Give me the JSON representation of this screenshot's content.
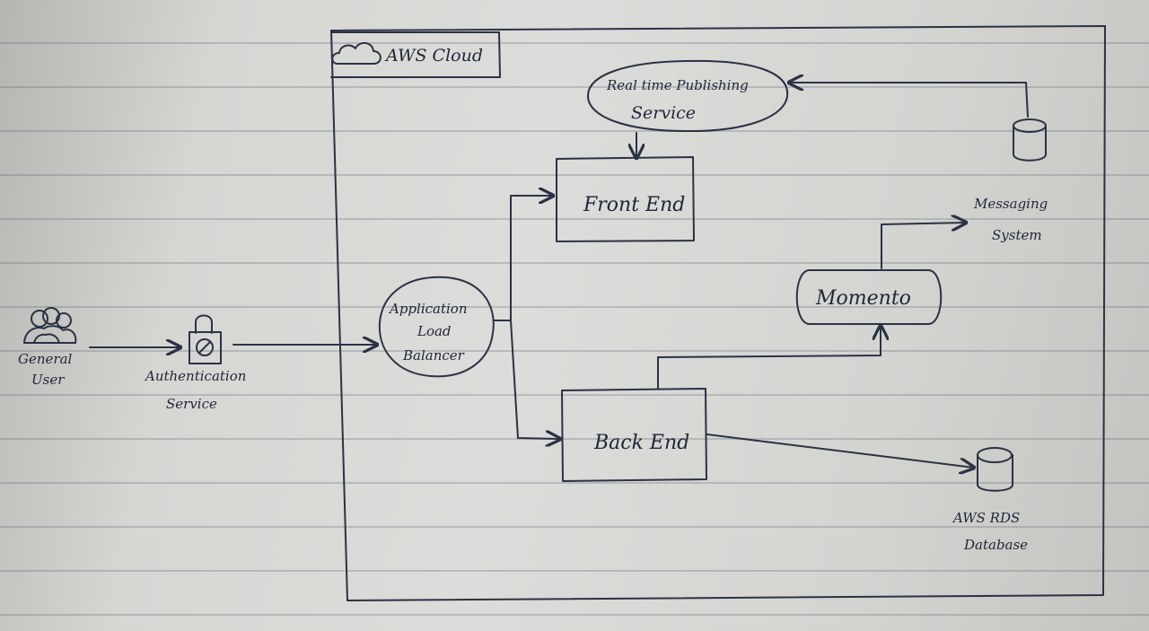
{
  "diagram": {
    "cloud_label": "AWS Cloud",
    "nodes": {
      "general_user": {
        "line1": "General",
        "line2": "User"
      },
      "authentication_service": {
        "line1": "Authentication",
        "line2": "Service"
      },
      "load_balancer": {
        "line1": "Application",
        "line2": "Load",
        "line3": "Balancer"
      },
      "front_end": {
        "label": "Front End"
      },
      "back_end": {
        "label": "Back End"
      },
      "realtime_publishing": {
        "line1": "Real time Publishing",
        "line2": "Service"
      },
      "momento": {
        "label": "Momento"
      },
      "messaging_system": {
        "line1": "Messaging",
        "line2": "System"
      },
      "rds_database": {
        "line1": "AWS RDS",
        "line2": "Database"
      }
    },
    "icons": {
      "users": "users-icon",
      "lock": "lock-icon",
      "cloud": "cloud-icon",
      "database": "database-icon"
    },
    "colors": {
      "ink": "#2a3245",
      "paper": "#dcdcd9",
      "rule_lines": "#5a6473"
    }
  }
}
